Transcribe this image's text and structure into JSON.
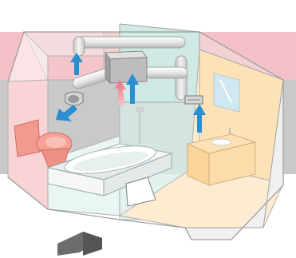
{
  "scene": {
    "rooms": [
      "toilet",
      "bathroom",
      "washroom"
    ],
    "parts": [
      "duct-branch-left",
      "duct-branch-right",
      "duct-branch-top",
      "central-fan-unit",
      "intake-grille-left",
      "intake-grille-right",
      "bathtub",
      "toilet",
      "washbasin",
      "mirror",
      "shower",
      "door-opening"
    ],
    "airflow_arrows": [
      {
        "name": "toilet-up",
        "direction": "up"
      },
      {
        "name": "toilet-down",
        "direction": "down-left"
      },
      {
        "name": "bath-up",
        "direction": "up"
      },
      {
        "name": "washroom-up",
        "direction": "up"
      },
      {
        "name": "exhaust-out",
        "direction": "out"
      }
    ]
  },
  "colors": {
    "background_band_pink": "#f2c0c6",
    "background_band_gray": "#c9c9c9",
    "toilet_room": "#f8d4d6",
    "bathroom": "#d8eeea",
    "washroom": "#fde9c8",
    "duct": "#e8e8e8",
    "fan_unit": "#bdbdbd",
    "arrow_blue": "#2a8fd0",
    "arrow_pink": "#f08a98"
  }
}
